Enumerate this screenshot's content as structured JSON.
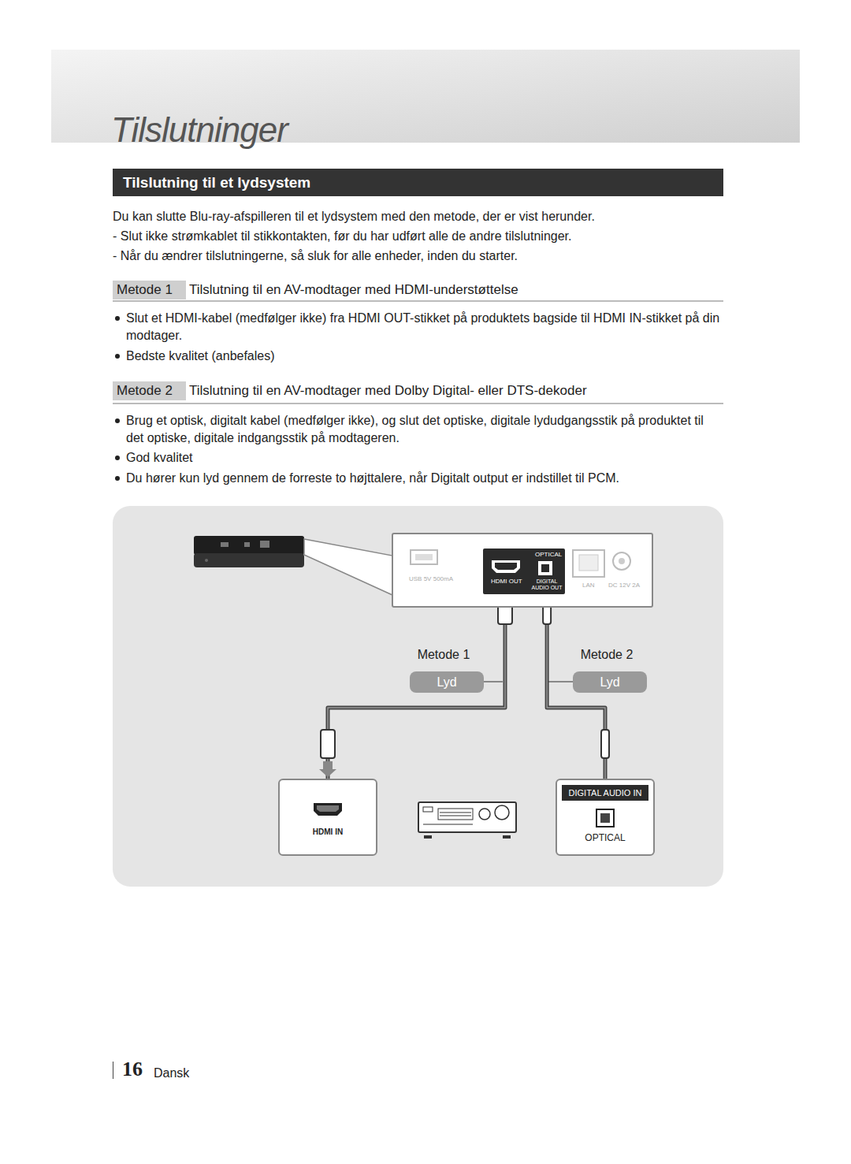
{
  "diagram": {
    "title": "Tilslutninger",
    "nodes": [
      {
        "text": [
          "Tilslutning til et lydsystem"
        ]
      },
      {
        "text": [
          "Metode 1"
        ]
      },
      {
        "text": [
          "Metode 2"
        ]
      },
      {
        "text": [
          "USB 5V 500mA",
          "LAN",
          "DC 12V 2A"
        ]
      },
      {
        "text": [
          "HDMI OUT",
          "OPTICAL",
          "DIGITAL AUDIO OUT"
        ],
        "in": 3
      },
      {
        "text": [
          "Metode 1",
          "Lyd"
        ]
      },
      {
        "text": [
          "Metode 2",
          "Lyd"
        ]
      },
      {
        "text": [
          "HDMI IN"
        ]
      },
      {
        "text": [
          "DIGITAL AUDIO IN",
          "OPTICAL"
        ]
      }
    ],
    "edges": [
      {
        "from": 4,
        "to": 7,
        "arrow": "none"
      },
      {
        "from": 4,
        "to": 8,
        "arrow": "none"
      }
    ],
    "labels": [
      "Du kan slutte Blu-ray-afspilleren til et lydsystem med den metode, der er vist herunder.",
      "- Slut ikke strømkablet til stikkontakten, før du har udført alle de andre tilslutninger.",
      "- Når du ændrer tilslutningerne, så sluk for alle enheder, inden du starter.",
      "Tilslutning til en AV-modtager med HDMI-understøttelse",
      "Slut et HDMI-kabel (medfølger ikke) fra HDMI OUT-stikket på produktets bagside til HDMI IN-stikket på din modtager.",
      "Bedste kvalitet (anbefales)",
      "Tilslutning til en AV-modtager med Dolby Digital- eller DTS-dekoder",
      "Brug et optisk, digitalt kabel (medfølger ikke), og slut det optiske, digitale lydudgangsstik på produktet til det optiske, digitale indgangsstik på modtageren.",
      "God kvalitet",
      "Du hører kun lyd gennem de forreste to højttalere, når Digitalt output er indstillet til PCM.",
      "16",
      "Dansk"
    ]
  }
}
